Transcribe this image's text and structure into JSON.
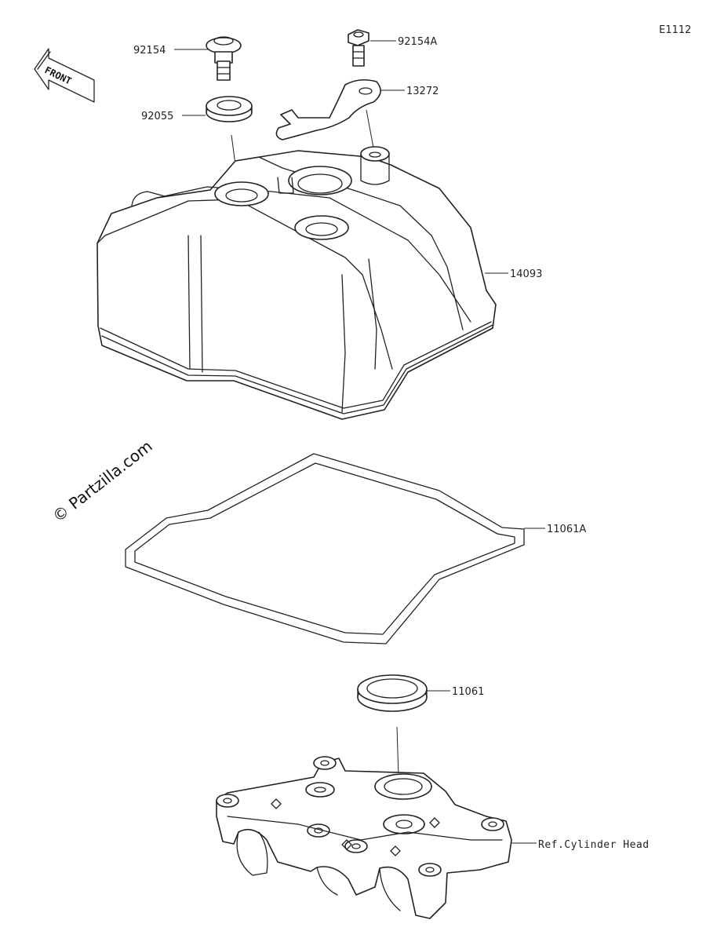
{
  "diagram_id": "E1112",
  "front_label": "FRONT",
  "watermark": "© Partzilla.com",
  "parts": [
    {
      "number": "92154"
    },
    {
      "number": "92154A"
    },
    {
      "number": "92055"
    },
    {
      "number": "13272"
    },
    {
      "number": "14093"
    },
    {
      "number": "11061A"
    },
    {
      "number": "11061"
    }
  ],
  "reference_label": "Ref.Cylinder Head"
}
